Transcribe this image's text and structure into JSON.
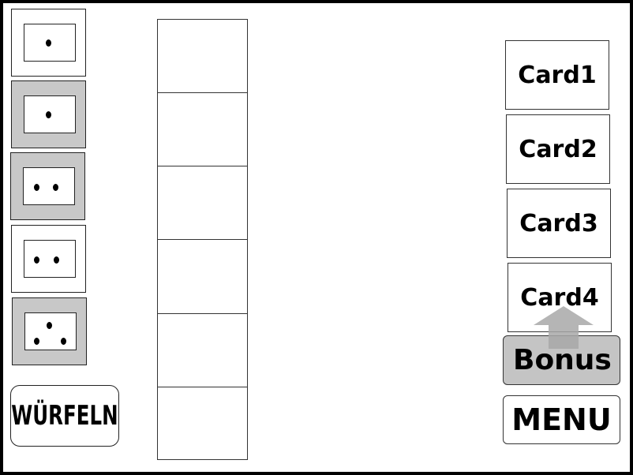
{
  "dice": [
    {
      "value": 1,
      "held": false
    },
    {
      "value": 1,
      "held": true
    },
    {
      "value": 2,
      "held": true
    },
    {
      "value": 2,
      "held": false
    },
    {
      "value": 3,
      "held": true
    }
  ],
  "roll_button": {
    "label": "WÜRFELN"
  },
  "slots_count": 6,
  "cards": [
    {
      "label": "Card1"
    },
    {
      "label": "Card2"
    },
    {
      "label": "Card3"
    },
    {
      "label": "Card4"
    }
  ],
  "bonus": {
    "label": "Bonus",
    "icon": "arrow-up-icon"
  },
  "menu": {
    "label": "MENU"
  },
  "colors": {
    "held_slot": "#c8c8c8",
    "bonus_bg": "#c4c4c4",
    "arrow": "#a8a8a8"
  }
}
